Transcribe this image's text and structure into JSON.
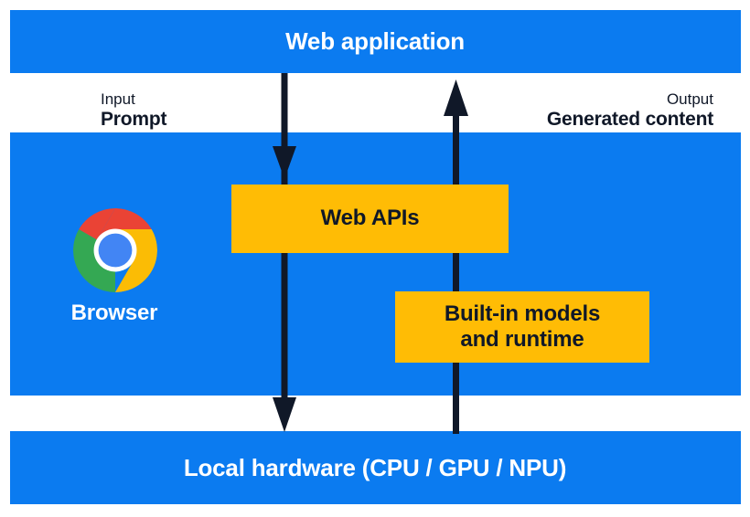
{
  "diagram": {
    "title": "Web application",
    "colors": {
      "blue": "#0b7bf0",
      "yellow": "#ffbc05",
      "dark": "#101828",
      "white": "#ffffff",
      "chrome_red": "#ea4335",
      "chrome_yellow": "#fbbc05",
      "chrome_green": "#34a853",
      "chrome_blue": "#4285f4"
    },
    "bands": [
      {
        "id": "web-application",
        "label": "Web application"
      },
      {
        "id": "browser",
        "label": "Browser"
      },
      {
        "id": "local-hardware",
        "label": "Local hardware (CPU / GPU / NPU)"
      }
    ],
    "boxes": [
      {
        "id": "web-apis",
        "label": "Web APIs"
      },
      {
        "id": "builtin-models",
        "line1": "Built-in models",
        "line2": "and runtime"
      }
    ],
    "flows": [
      {
        "id": "input",
        "caption": "Input",
        "value": "Prompt",
        "direction": "down",
        "icon": "arrow-down-icon"
      },
      {
        "id": "output",
        "caption": "Output",
        "value": "Generated content",
        "direction": "up",
        "icon": "arrow-up-icon"
      }
    ],
    "browser": {
      "label": "Browser",
      "icon": "chrome-logo-icon"
    }
  }
}
